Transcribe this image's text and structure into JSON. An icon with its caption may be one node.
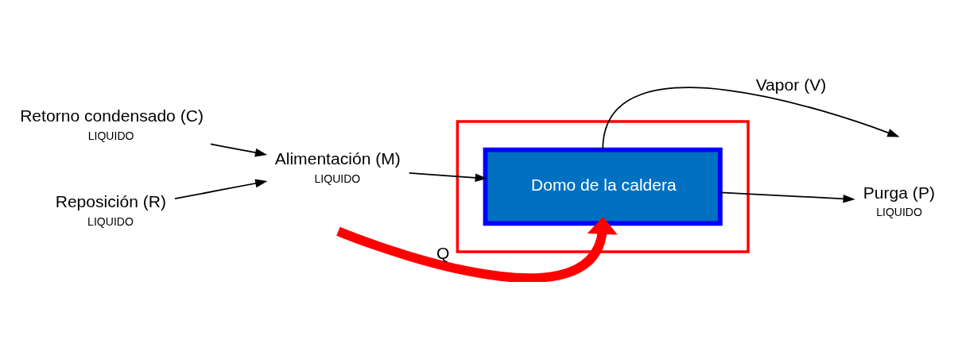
{
  "diagram": {
    "nodes": [
      {
        "text": [
          "Retorno condensado (C)"
        ],
        "beside": [
          "LIQUIDO"
        ]
      },
      {
        "text": [],
        "shape": "box"
      },
      {
        "text": [
          "Reposición (R)"
        ],
        "beside": [
          "LIQUIDO"
        ]
      },
      {
        "text": [
          "Alimentación (M)"
        ],
        "beside": [
          "LIQUIDO"
        ]
      },
      {
        "text": [
          "Domo de la caldera"
        ],
        "in": 1
      },
      {
        "text": [
          "Purga (P)"
        ],
        "beside": [
          "LIQUIDO"
        ]
      }
    ],
    "edges": [
      {
        "from": 2,
        "to": 3,
        "arrow": "to"
      },
      {
        "from": 0,
        "to": 3,
        "arrow": "to"
      },
      {
        "from": 3,
        "to": 4,
        "arrow": "to"
      },
      {
        "from": 4,
        "to": null,
        "arrow": "to",
        "label": "Vapor (V)"
      },
      {
        "from": 4,
        "to": 5,
        "arrow": "to"
      },
      {
        "from": null,
        "to": 4,
        "arrow": "to",
        "label": "Q",
        "style": "thick",
        "color": "#ff0000"
      }
    ]
  }
}
